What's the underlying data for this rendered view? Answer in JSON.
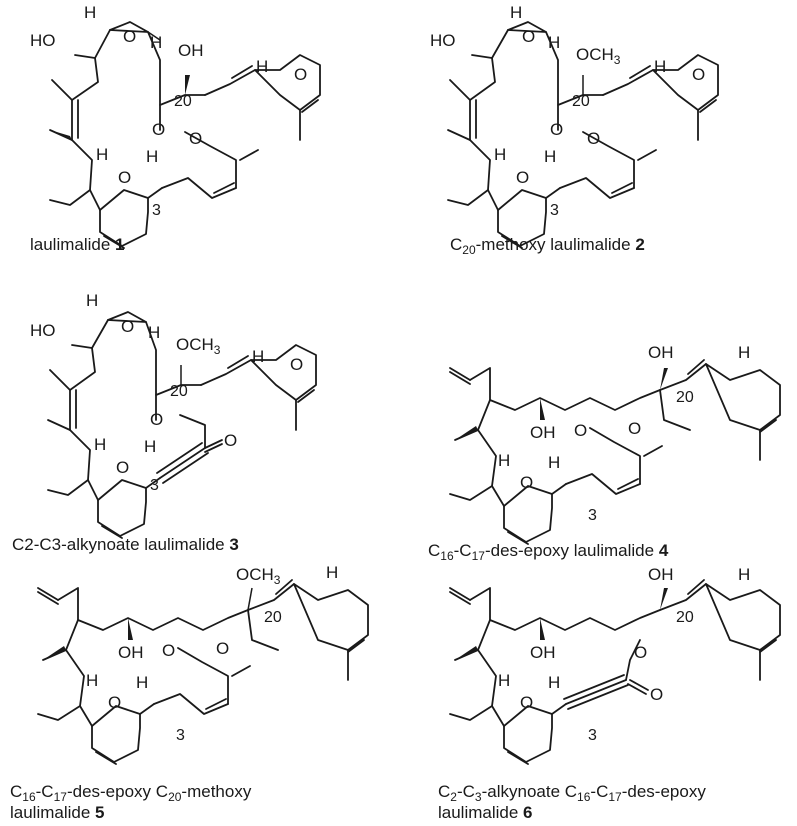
{
  "figure": {
    "atoms": {
      "h": "H",
      "o": "O",
      "oh": "OH",
      "ho": "HO",
      "och3": "OCH",
      "och3_sub": "3"
    },
    "locants": {
      "c20": "20",
      "c3": "3"
    },
    "compounds": [
      {
        "caption_plain": "laulimalide ",
        "number": "1"
      },
      {
        "caption_pre": "C",
        "caption_sub": "20",
        "caption_post": "-methoxy laulimalide ",
        "number": "2"
      },
      {
        "caption_plain": "C2-C3-alkynoate laulimalide ",
        "number": "3"
      },
      {
        "caption_pre": "C",
        "caption_sub1": "16",
        "caption_mid": "-C",
        "caption_sub2": "17",
        "caption_post": "-des-epoxy laulimalide ",
        "number": "4"
      },
      {
        "caption_pre": "C",
        "caption_sub1": "16",
        "caption_mid": "-C",
        "caption_sub2": "17",
        "caption_mid2": "-des-epoxy C",
        "caption_sub3": "20",
        "caption_post": "-methoxy",
        "line2": "laulimalide ",
        "number": "5"
      },
      {
        "caption_pre": "C",
        "caption_sub1": "2",
        "caption_mid": "-C",
        "caption_sub2": "3",
        "caption_mid2": "-alkynoate C",
        "caption_sub3": "16",
        "caption_mid3": "-C",
        "caption_sub4": "17",
        "caption_post": "-des-epoxy",
        "line2": "laulimalide ",
        "number": "6"
      }
    ]
  }
}
